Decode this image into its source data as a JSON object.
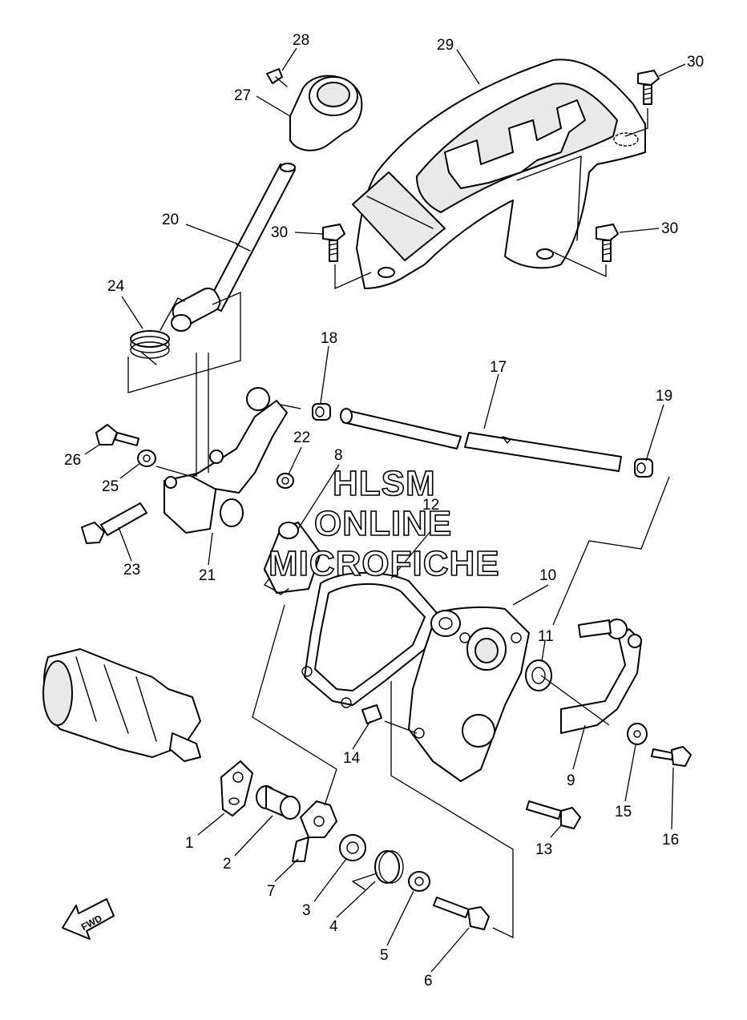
{
  "callouts": [
    {
      "id": "c1",
      "label": "1"
    },
    {
      "id": "c2",
      "label": "2"
    },
    {
      "id": "c3",
      "label": "3"
    },
    {
      "id": "c4",
      "label": "4"
    },
    {
      "id": "c5",
      "label": "5"
    },
    {
      "id": "c6",
      "label": "6"
    },
    {
      "id": "c7",
      "label": "7"
    },
    {
      "id": "c8",
      "label": "8"
    },
    {
      "id": "c9",
      "label": "9"
    },
    {
      "id": "c10",
      "label": "10"
    },
    {
      "id": "c11",
      "label": "11"
    },
    {
      "id": "c12",
      "label": "12"
    },
    {
      "id": "c13",
      "label": "13"
    },
    {
      "id": "c14",
      "label": "14"
    },
    {
      "id": "c15",
      "label": "15"
    },
    {
      "id": "c16",
      "label": "16"
    },
    {
      "id": "c17",
      "label": "17"
    },
    {
      "id": "c18",
      "label": "18"
    },
    {
      "id": "c19",
      "label": "19"
    },
    {
      "id": "c20",
      "label": "20"
    },
    {
      "id": "c21",
      "label": "21"
    },
    {
      "id": "c22",
      "label": "22"
    },
    {
      "id": "c23",
      "label": "23"
    },
    {
      "id": "c24",
      "label": "24"
    },
    {
      "id": "c25",
      "label": "25"
    },
    {
      "id": "c26",
      "label": "26"
    },
    {
      "id": "c27",
      "label": "27"
    },
    {
      "id": "c28",
      "label": "28"
    },
    {
      "id": "c29",
      "label": "29"
    },
    {
      "id": "c30a",
      "label": "30"
    },
    {
      "id": "c30b",
      "label": "30"
    },
    {
      "id": "c30c",
      "label": "30"
    }
  ],
  "watermark": {
    "line1": "HLSM",
    "line2": "ONLINE",
    "line3": "MICROFICHE"
  },
  "fwd_label": "FWD"
}
